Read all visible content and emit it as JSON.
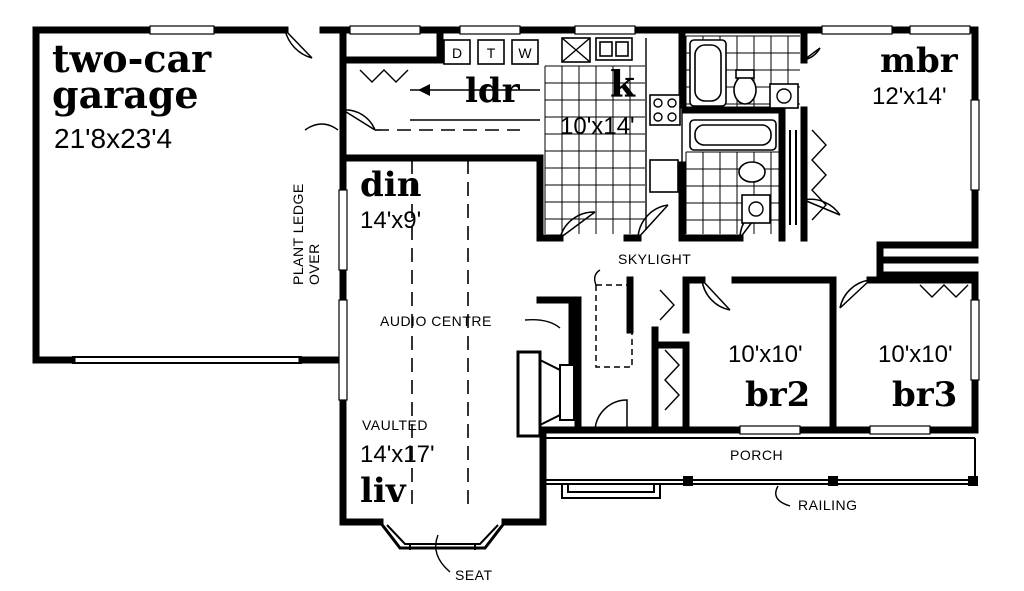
{
  "rooms": {
    "garage": {
      "name_line1": "two-car",
      "name_line2": "garage",
      "dims": "21'8x23'4"
    },
    "ldr": {
      "name": "ldr"
    },
    "kitchen": {
      "name": "k",
      "dims": "10'x14'"
    },
    "mbr": {
      "name": "mbr",
      "dims": "12'x14'"
    },
    "din": {
      "name": "din",
      "dims": "14'x9'"
    },
    "br2": {
      "name": "br2",
      "dims": "10'x10'"
    },
    "br3": {
      "name": "br3",
      "dims": "10'x10'"
    },
    "liv": {
      "name": "liv",
      "note": "VAULTED",
      "dims": "14'x17'"
    }
  },
  "appliances": {
    "dryer": "D",
    "tub": "T",
    "washer": "W"
  },
  "notes": {
    "plant_ledge_line1": "PLANT LEDGE",
    "plant_ledge_line2": "OVER",
    "skylight": "SKYLIGHT",
    "audio_centre": "AUDIO CENTRE",
    "porch": "PORCH",
    "railing": "RAILING",
    "seat": "SEAT"
  }
}
